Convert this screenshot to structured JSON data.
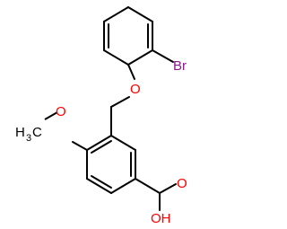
{
  "molecule": {
    "atom_labels": {
      "bromine": "Br",
      "ether_oxygen": "O",
      "methoxy_oxygen": "O",
      "methyl_carbon": "H",
      "methyl_subscript": "3",
      "methyl_c": "C",
      "carbonyl_oxygen": "O",
      "hydroxyl": "OH"
    },
    "colors": {
      "bond": "#000000",
      "oxygen": "#ff0000",
      "bromine": "#8b1a8b",
      "carbon": "#000000"
    }
  }
}
